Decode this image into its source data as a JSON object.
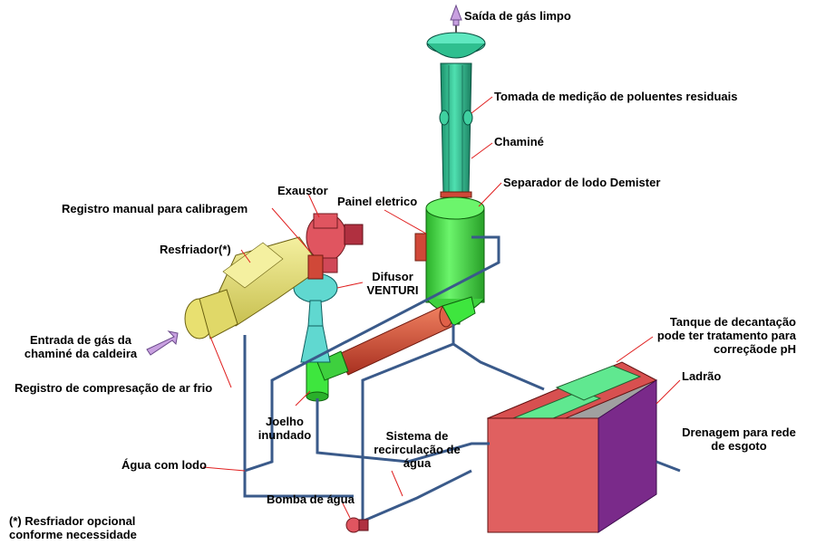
{
  "labels": {
    "saida_gas": "Saída de gás limpo",
    "tomada": "Tomada de medição de poluentes residuais",
    "chamine": "Chaminé",
    "separador": "Separador de lodo Demister",
    "exaustor": "Exaustor",
    "registro_manual": "Registro manual para calibragem",
    "painel": "Painel eletrico",
    "resfriador": "Resfriador(*)",
    "difusor_1": "Difusor",
    "difusor_2": "VENTURI",
    "tanque_1": "Tanque de decantação",
    "tanque_2": "pode ter tratamento para",
    "tanque_3": "correçãode pH",
    "entrada_1": "Entrada de gás da",
    "entrada_2": "chaminé da caldeira",
    "ladrao": "Ladrão",
    "registro_compressao": "Registro de compresação de ar frio",
    "drenagem_1": "Drenagem para rede",
    "drenagem_2": "de esgoto",
    "joelho_1": "Joelho",
    "joelho_2": "inundado",
    "sistema_1": "Sistema de",
    "sistema_2": "recirculação de",
    "sistema_3": "água",
    "agua_lodo": "Água com lodo",
    "bomba": "Bomba de água",
    "nota_1": "(*) Resfriador opcional",
    "nota_2": "conforme necessidade"
  },
  "colors": {
    "stack": "#2fbf8f",
    "separator": "#3ee63e",
    "exhaust_fan": "#e05560",
    "cooler": "#e8e070",
    "venturi": "#60d8d0",
    "duct": "#d04838",
    "tank_front": "#e06060",
    "tank_side": "#7a2a8a",
    "water": "#60e890",
    "pipe": "#3a5a8a",
    "leader": "#e02020"
  }
}
